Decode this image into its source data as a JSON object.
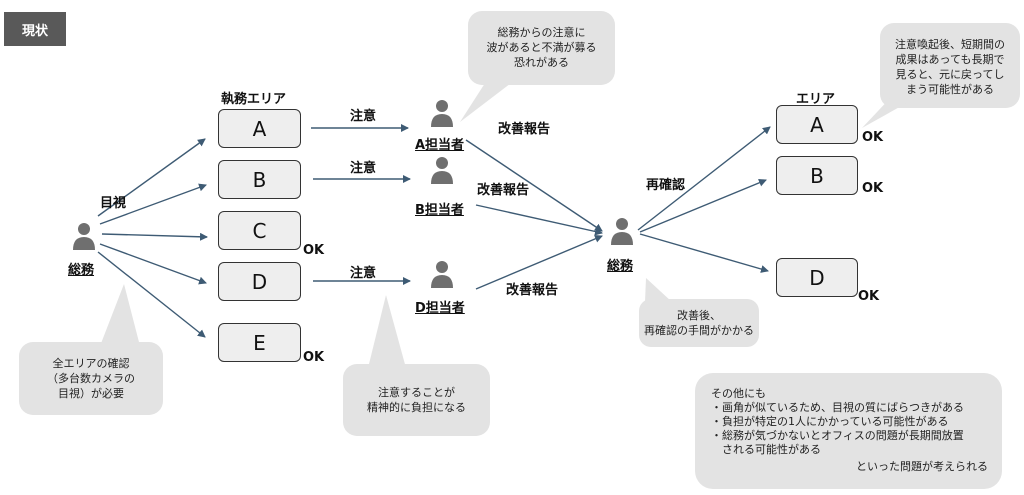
{
  "badge": "現状",
  "left_heading": "執務エリア",
  "right_heading": "エリア",
  "left_boxes": [
    "A",
    "B",
    "C",
    "D",
    "E"
  ],
  "right_boxes": [
    "A",
    "B",
    "D"
  ],
  "ok_label": "OK",
  "general_affairs": "総務",
  "visual_label": "目視",
  "caution_label": "注意",
  "report_label": "改善報告",
  "reconfirm_label": "再確認",
  "persons": [
    "A担当者",
    "B担当者",
    "D担当者"
  ],
  "bubbles": {
    "top": [
      "総務からの注意に",
      "波があると不満が募る",
      "恐れがある"
    ],
    "top_right": [
      "注意喚起後、短期間の",
      "成果はあっても長期で",
      "見ると、元に戻ってし",
      "まう可能性がある"
    ],
    "bottom_left": [
      "全エリアの確認",
      "（多台数カメラの",
      "目視）が必要"
    ],
    "bottom_mid": [
      "注意することが",
      "精神的に負担になる"
    ],
    "bottom_right": [
      "改善後、",
      "再確認の手間がかかる"
    ]
  },
  "notes": {
    "lines": [
      "その他にも",
      "・画角が似ているため、目視の質にばらつきがある",
      "・負担が特定の1人にかかっている可能性がある",
      "・総務が気づかないとオフィスの問題が長期間放置",
      "　される可能性がある"
    ],
    "closing": "といった問題が考えられる"
  },
  "colors": {
    "arrow": "#3e5b74",
    "box_fill": "#eeeeee",
    "bubble": "#e3e3e3",
    "person": "#6f6f6f",
    "badge": "#595959"
  }
}
